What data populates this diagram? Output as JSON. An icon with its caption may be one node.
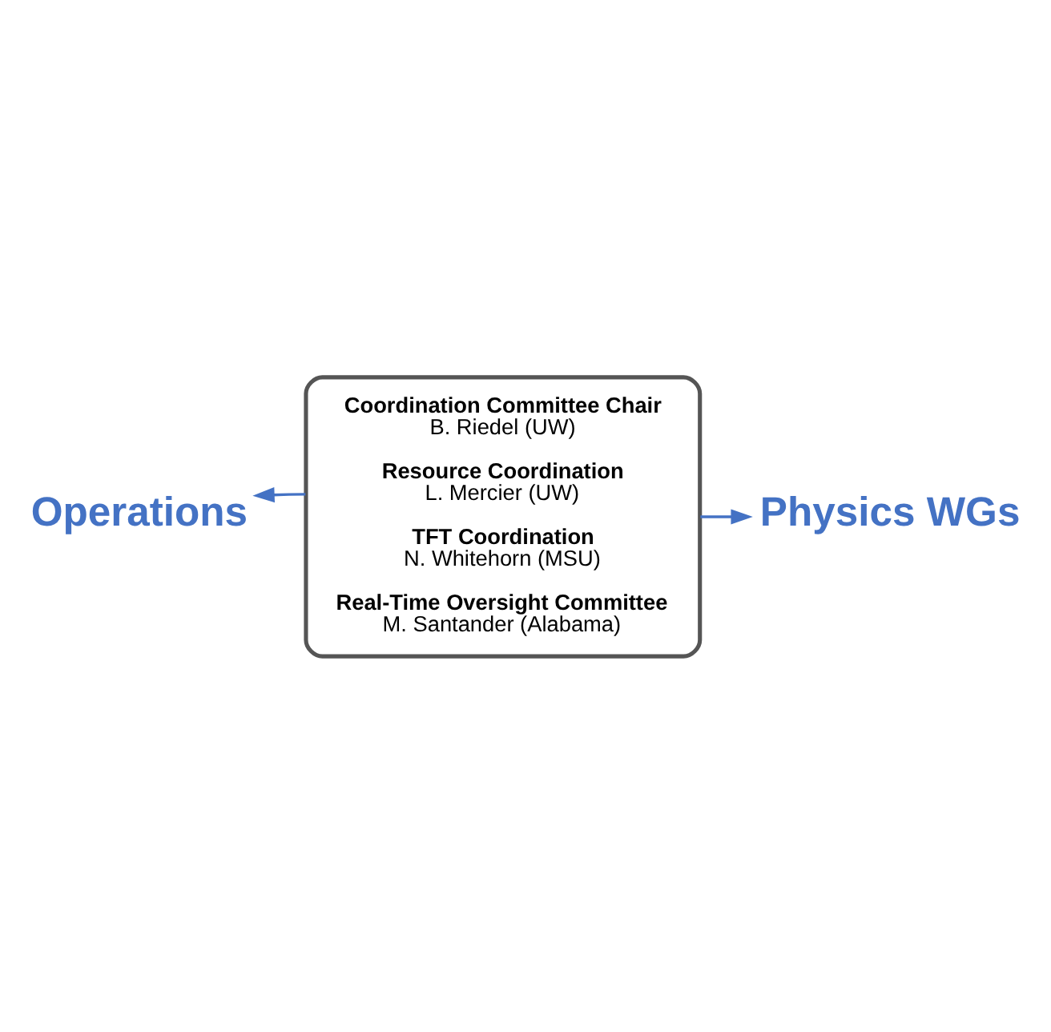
{
  "diagram": {
    "nodes": [
      {
        "text": [
          "Coordination Committee Chair",
          "B. Riedel (UW)",
          "Resource Coordination",
          "L. Mercier (UW)",
          "TFT Coordination",
          "N. Whitehorn (MSU)",
          "Real-Time Oversight Committee",
          "M. Santander (Alabama)"
        ]
      },
      {
        "text": [
          "Operations"
        ]
      },
      {
        "text": [
          "Physics WGs"
        ]
      }
    ],
    "edges": [
      {
        "from": 0,
        "to": 1,
        "arrow": "to"
      },
      {
        "from": 0,
        "to": 2,
        "arrow": "to"
      }
    ]
  }
}
